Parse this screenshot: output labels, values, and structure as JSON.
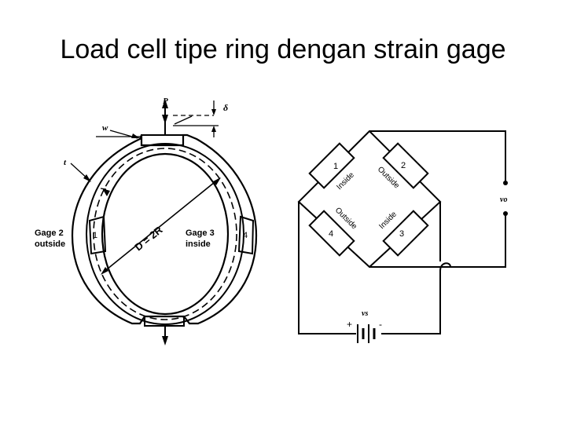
{
  "slide": {
    "title": "Load cell tipe ring dengan strain gage"
  },
  "ring": {
    "load_symbol": "P",
    "deflection_symbol": "δ",
    "width_symbol": "w",
    "thickness_symbol": "t",
    "diameter_label": "D = 2R",
    "gage_2_label_line1": "Gage 2",
    "gage_2_label_line2": "outside",
    "gage_3_label_line1": "Gage 3",
    "gage_3_label_line2": "inside",
    "gage_1_number": "1",
    "gage_4_number": "4"
  },
  "bridge": {
    "arm_1_number": "1",
    "arm_1_position": "Inside",
    "arm_2_number": "2",
    "arm_2_position": "Outside",
    "arm_3_number": "3",
    "arm_3_position": "Inside",
    "arm_4_number": "4",
    "arm_4_position": "Outside",
    "output_voltage": "vo",
    "supply_voltage": "vs",
    "plus_sign": "+",
    "minus_sign": "-"
  }
}
